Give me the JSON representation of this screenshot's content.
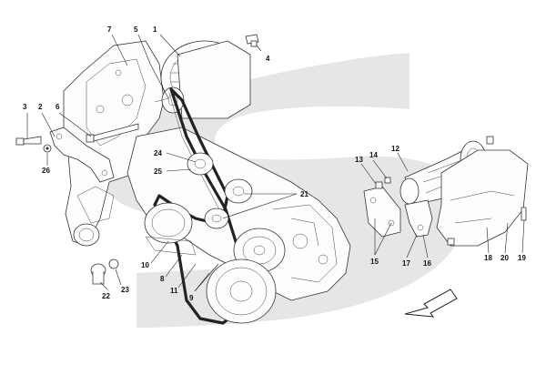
{
  "diagram": {
    "watermark_color": "#e6e6e6",
    "line_color": "#222222",
    "callouts": [
      {
        "id": "1",
        "text": "1"
      },
      {
        "id": "2",
        "text": "2"
      },
      {
        "id": "3",
        "text": "3"
      },
      {
        "id": "4",
        "text": "4"
      },
      {
        "id": "5",
        "text": "5"
      },
      {
        "id": "6",
        "text": "6"
      },
      {
        "id": "7",
        "text": "7"
      },
      {
        "id": "8",
        "text": "8"
      },
      {
        "id": "9",
        "text": "9"
      },
      {
        "id": "10",
        "text": "10"
      },
      {
        "id": "11",
        "text": "11"
      },
      {
        "id": "12",
        "text": "12"
      },
      {
        "id": "13",
        "text": "13"
      },
      {
        "id": "14",
        "text": "14"
      },
      {
        "id": "15",
        "text": "15"
      },
      {
        "id": "16",
        "text": "16"
      },
      {
        "id": "17",
        "text": "17"
      },
      {
        "id": "18",
        "text": "18"
      },
      {
        "id": "19",
        "text": "19"
      },
      {
        "id": "20",
        "text": "20"
      },
      {
        "id": "21",
        "text": "21"
      },
      {
        "id": "22",
        "text": "22"
      },
      {
        "id": "23",
        "text": "23"
      },
      {
        "id": "24",
        "text": "24"
      },
      {
        "id": "25",
        "text": "25"
      },
      {
        "id": "26",
        "text": "26"
      }
    ],
    "direction_arrow": "arrow-icon"
  }
}
